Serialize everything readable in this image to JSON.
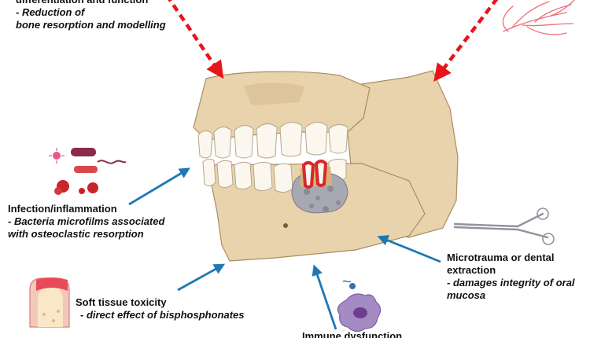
{
  "labels": {
    "top_left": {
      "title": "differentiation and function",
      "line1": "- Reduction of",
      "line2": "bone resorption and modelling"
    },
    "infection": {
      "title": "Infection/inflammation",
      "line1": "- Bacteria microfilms associated",
      "line2": "with osteoclastic resorption"
    },
    "soft_tissue": {
      "title": "Soft tissue toxicity",
      "line1": "- direct effect of bisphosphonates"
    },
    "microtrauma": {
      "line1": "Microtrauma or dental",
      "line2": "extraction",
      "line3": "- damages integrity of oral",
      "line4": "mucosa"
    },
    "immune": {
      "title": "Immune dysfunction"
    }
  },
  "colors": {
    "red_arrow": "#e8141c",
    "blue_arrow": "#1f78b4",
    "bone": "#e8d3ad",
    "bone_shadow": "#c9ad80",
    "teeth": "#fbf7ee",
    "necrosis": "#d8282a",
    "vessels": "#ee6f76"
  },
  "icons": [
    "bacteria-cluster-icon",
    "forceps-icon",
    "immune-cell-icon",
    "gum-tissue-icon",
    "blood-vessels-icon",
    "jaw-illustration"
  ]
}
